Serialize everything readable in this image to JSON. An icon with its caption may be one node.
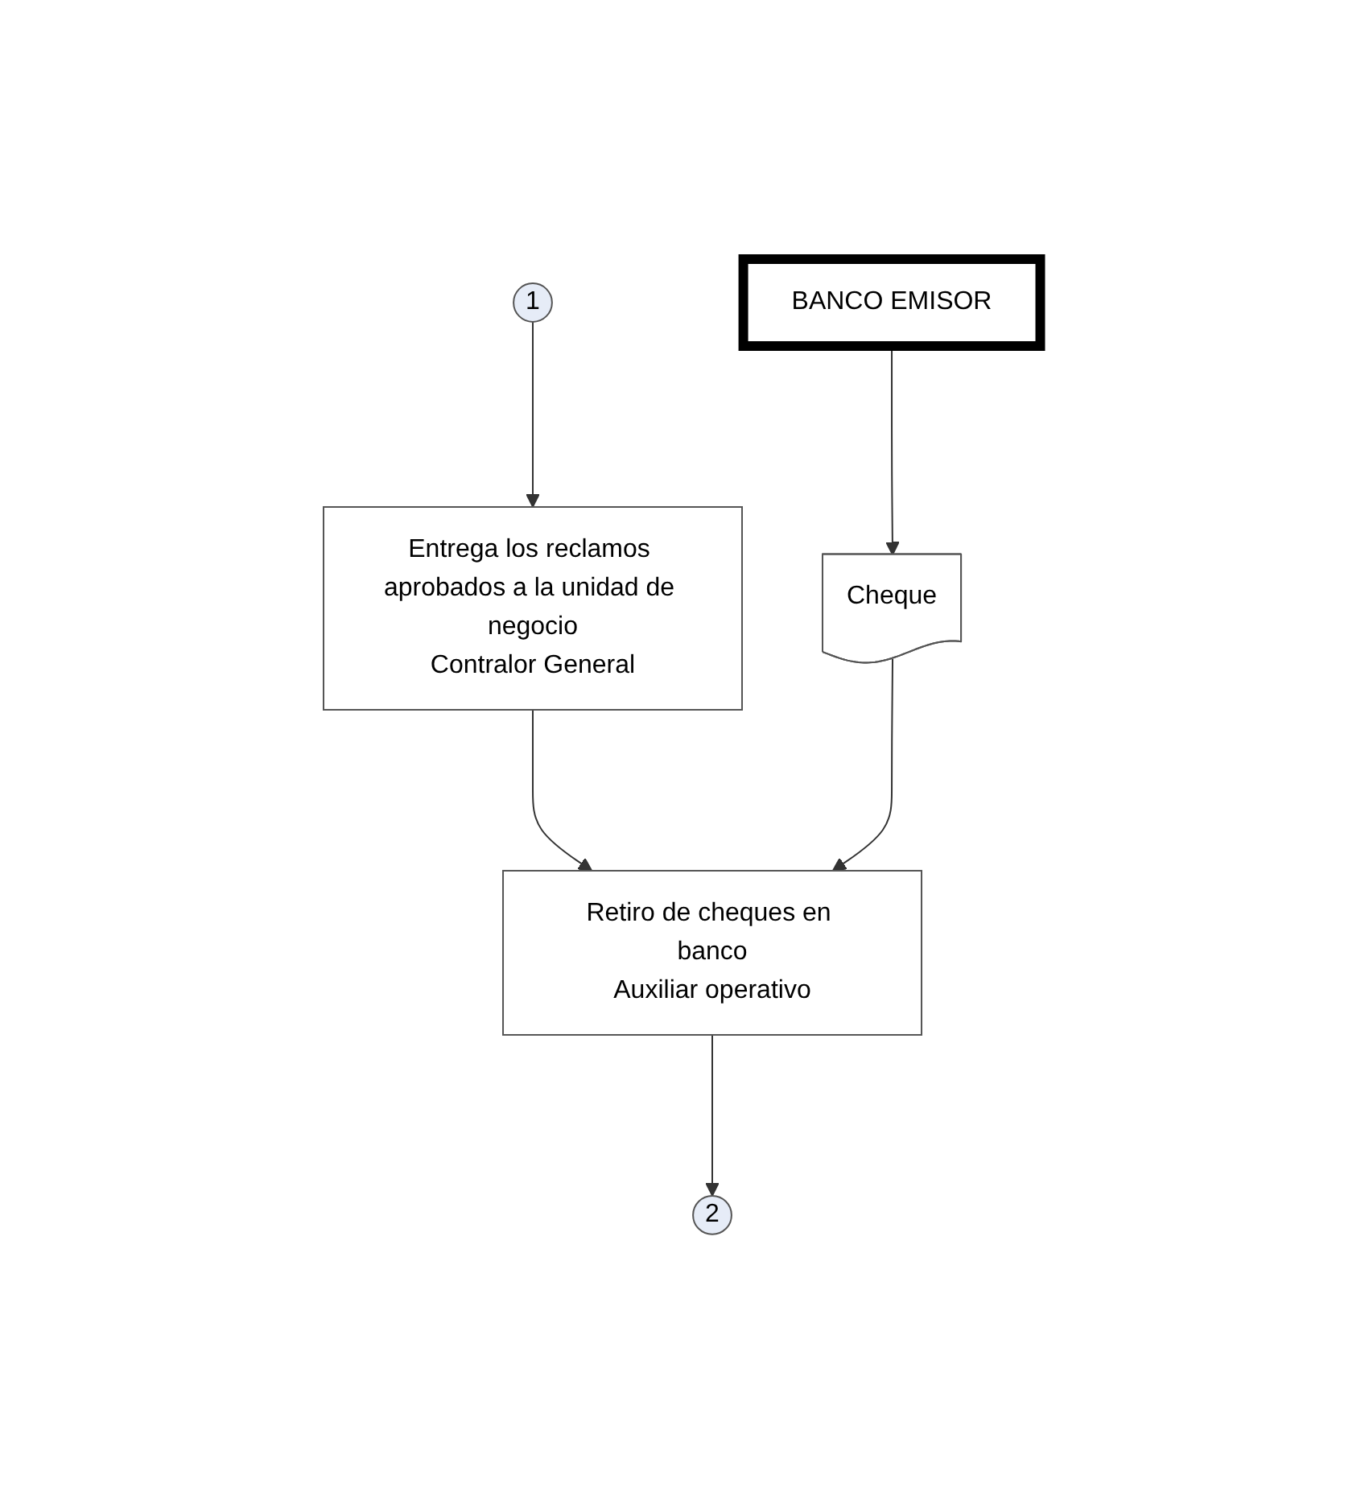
{
  "diagram": {
    "nodes": [
      {
        "text": [
          "1"
        ]
      },
      {
        "text": [
          "Entrega los reclamos aprobados a la unidad de negocio",
          "Contralor General"
        ]
      },
      {
        "text": [
          "BANCO EMISOR"
        ]
      },
      {
        "text": [
          "Cheque"
        ]
      },
      {
        "text": [
          "Retiro de cheques en banco",
          "Auxiliar operativo"
        ]
      },
      {
        "text": [
          "2"
        ]
      }
    ],
    "edges": [
      {
        "from": 0,
        "to": 1,
        "arrow": "to"
      },
      {
        "from": 1,
        "to": 4,
        "arrow": "to"
      },
      {
        "from": 2,
        "to": 3,
        "arrow": "to"
      },
      {
        "from": 3,
        "to": 4,
        "arrow": "to"
      },
      {
        "from": 4,
        "to": 5,
        "arrow": "to"
      }
    ]
  }
}
